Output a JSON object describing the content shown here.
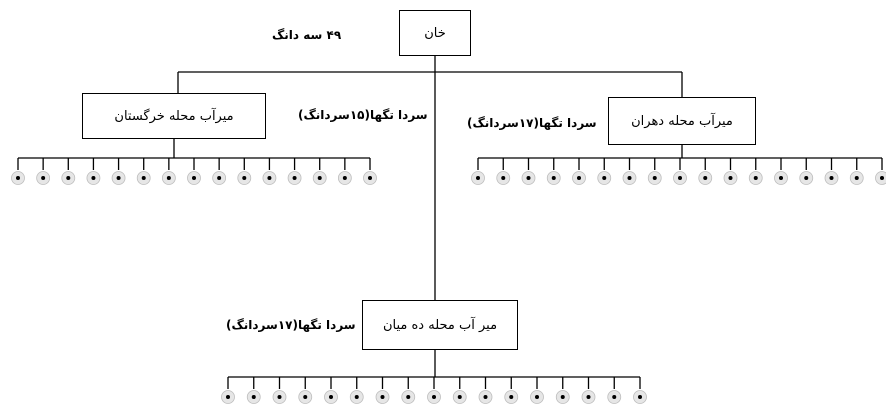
{
  "root": {
    "label": "خان",
    "share": "۴۹ سه دانگ"
  },
  "branches": [
    {
      "id": "khorgestan",
      "box_label": "میرآب محله خرگستان",
      "share_label": "سردا تگها(۱۵سردانگ)",
      "tick_count": 15
    },
    {
      "id": "dehran",
      "box_label": "میرآب محله دهران",
      "share_label": "سردا تگها(۱۷سردانگ)",
      "tick_count": 17
    },
    {
      "id": "deh-miyan",
      "box_label": "میر آب محله ده میان",
      "share_label": "سردا تگها(۱۷سردانگ)",
      "tick_count": 17
    }
  ]
}
